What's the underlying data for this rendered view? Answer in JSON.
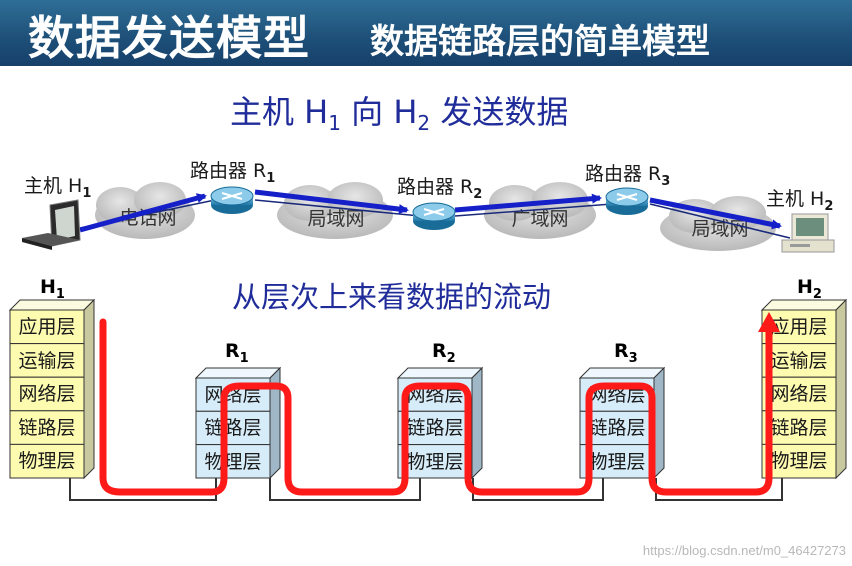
{
  "header": {
    "title": "数据发送模型",
    "subtitle": "数据链路层的简单模型"
  },
  "top_caption": {
    "text": "主机 H",
    "sub1": "1",
    "mid": " 向 H",
    "sub2": "2",
    "end": " 发送数据"
  },
  "middle_caption": "从层次上来看数据的流动",
  "hosts": {
    "h1": {
      "label": "主机 H",
      "sub": "1"
    },
    "h2": {
      "label": "主机 H",
      "sub": "2"
    }
  },
  "routers": [
    {
      "label": "路由器 R",
      "sub": "1"
    },
    {
      "label": "路由器 R",
      "sub": "2"
    },
    {
      "label": "路由器 R",
      "sub": "3"
    }
  ],
  "clouds": [
    "电话网",
    "局域网",
    "广域网",
    "局域网"
  ],
  "host_stacks": {
    "h1": {
      "title": "H",
      "sub": "1"
    },
    "h2": {
      "title": "H",
      "sub": "2"
    },
    "layers": [
      "应用层",
      "运输层",
      "网络层",
      "链路层",
      "物理层"
    ]
  },
  "router_stacks": {
    "titles": [
      {
        "title": "R",
        "sub": "1"
      },
      {
        "title": "R",
        "sub": "2"
      },
      {
        "title": "R",
        "sub": "3"
      }
    ],
    "layers": [
      "网络层",
      "链路层",
      "物理层"
    ]
  },
  "colors": {
    "header_bg": "#1d4f78",
    "caption": "#1f2c9a",
    "layer_fill": "#fdfbb0",
    "router_layer_fill": "#d7ecf9",
    "arrow_blue": "#1520c8",
    "flow_red": "#ff1a1a",
    "cloud": "#c9c9c9"
  },
  "watermark": "https://blog.csdn.net/m0_46427273"
}
